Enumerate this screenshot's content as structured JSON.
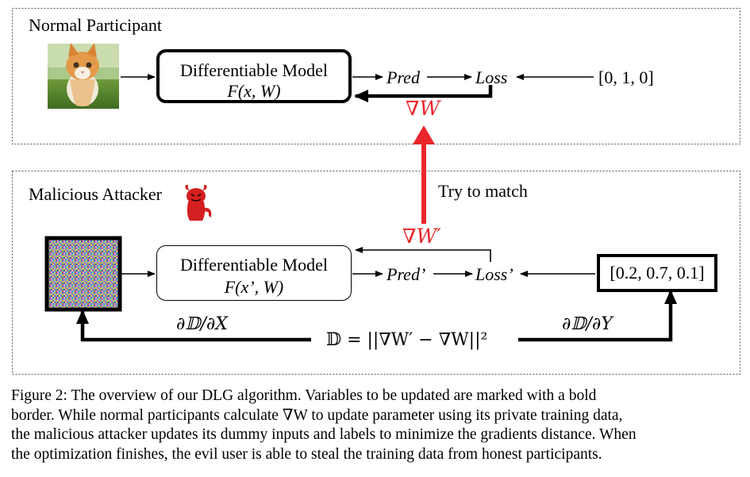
{
  "top_panel": {
    "title": "Normal Participant",
    "model_line1": "Differentiable Model",
    "model_line2": "F(x, W)",
    "pred": "Pred",
    "loss": "Loss",
    "label": "[0, 1, 0]",
    "gradient": "∇W"
  },
  "bottom_panel": {
    "title": "Malicious Attacker",
    "model_line1": "Differentiable Model",
    "model_line2": "F(x’, W)",
    "pred": "Pred’",
    "loss": "Loss’",
    "label": "[0.2, 0.7, 0.1]",
    "gradient": "∇W′",
    "match_text": "Try to match",
    "distance_eq": "𝔻 = ||∇W′ − ∇W||²",
    "dx_label": "∂𝔻/∂X",
    "dy_label": "∂𝔻/∂Y"
  },
  "caption": {
    "line1": "Figure 2: The overview of our DLG algorithm.  Variables to be updated are marked with a bold",
    "line2": "border. While normal participants calculate ∇W to update parameter using its private training data,",
    "line3": "the malicious attacker updates its dummy inputs and labels to minimize the gradients distance. When",
    "line4": "the optimization finishes, the evil user is able to steal the training data from honest participants."
  },
  "colors": {
    "highlight": "#e8262b",
    "panel_border": "#555555"
  },
  "icons": [
    "kitten-photo",
    "devil-icon",
    "noise-image"
  ]
}
